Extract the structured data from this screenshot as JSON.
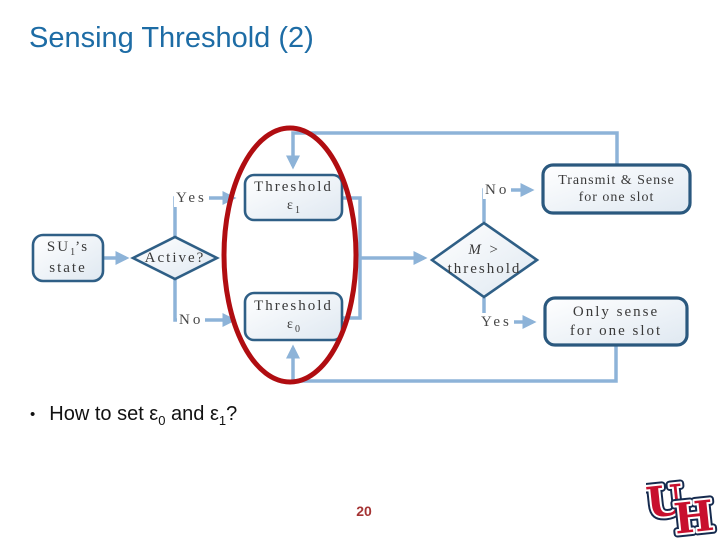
{
  "slide": {
    "title": "Sensing Threshold (2)",
    "page_number": "20",
    "bullet": {
      "prefix": "How to set ε",
      "sub0": "0",
      "mid": " and ε",
      "sub1": "1",
      "suffix": "?"
    }
  },
  "flowchart": {
    "su_box": {
      "l1a": "SU",
      "l1sub": "1",
      "l1b": "’s",
      "line2": "state"
    },
    "active_diamond": {
      "label": "Active?"
    },
    "threshold1": {
      "line1": "Threshold",
      "sym": "ε",
      "sub": "1"
    },
    "threshold0": {
      "line1": "Threshold",
      "sym": "ε",
      "sub": "0"
    },
    "m_diamond": {
      "line1": "M >",
      "line2": "threshold"
    },
    "transmit_box": {
      "line1": "Transmit & Sense",
      "line2": "for one slot"
    },
    "only_box": {
      "line1": "Only sense",
      "line2": "for one slot"
    },
    "edge_labels": {
      "yes_left": "Yes",
      "no_left": "No",
      "no_right": "No",
      "yes_right": "Yes"
    }
  },
  "logo": {
    "u": "U",
    "h": "H"
  },
  "colors": {
    "title_blue": "#1d6ca5",
    "connector_blue": "#8db3d8",
    "shape_border_blue": "#2f5f86",
    "shape_text_gray": "#3a3a3a",
    "highlight_ellipse_red": "#b00d11",
    "page_number_red": "#a53434",
    "logo_red": "#c8102e",
    "logo_navy": "#152a4e"
  }
}
